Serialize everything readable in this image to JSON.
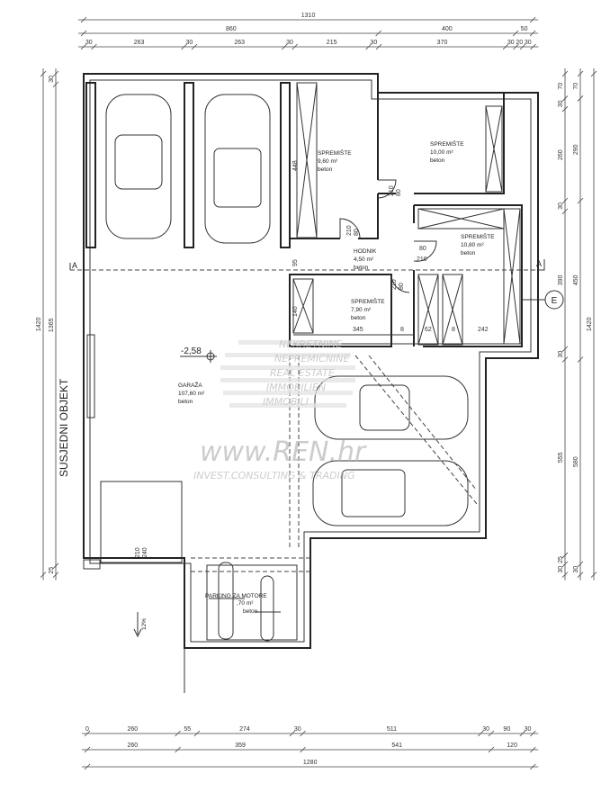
{
  "side_label": "SUSJEDNI OBJEKT",
  "dims": {
    "top": [
      [
        "1310"
      ],
      [
        "860",
        "400",
        "50"
      ],
      [
        "30",
        "263",
        "30",
        "263",
        "30",
        "215",
        "30",
        "370",
        "30",
        "20",
        "30"
      ]
    ],
    "top_values": [
      [
        1310
      ],
      [
        860,
        400,
        50
      ],
      [
        30,
        263,
        30,
        263,
        30,
        215,
        30,
        370,
        30,
        20,
        30
      ]
    ],
    "bottom_zero": "0",
    "bottom": [
      [
        "260",
        "55",
        "274",
        "30",
        "511",
        "30",
        "90",
        "30"
      ],
      [
        "260",
        "359",
        "541",
        "120"
      ],
      [
        "1280"
      ]
    ],
    "bottom_values": [
      [
        260,
        55,
        274,
        30,
        511,
        30,
        90,
        30
      ],
      [
        260,
        359,
        541,
        120
      ],
      [
        1280
      ]
    ],
    "right": [
      [
        "70",
        "30",
        "260",
        "30",
        "390",
        "30",
        "555",
        "25",
        "30"
      ],
      [
        "70",
        "290",
        "450",
        "580",
        "30"
      ],
      [
        "1420"
      ]
    ],
    "right_values": [
      [
        70,
        30,
        260,
        30,
        390,
        30,
        555,
        25,
        30
      ],
      [
        70,
        290,
        450,
        580,
        30
      ],
      [
        1420
      ]
    ],
    "left": [
      [
        "1420"
      ],
      [
        "30",
        "1365",
        "25"
      ]
    ],
    "left_values": [
      [
        1420
      ],
      [
        30,
        1365,
        25
      ]
    ]
  },
  "rooms": {
    "spremiste1": {
      "name": "SPREMIŠTE",
      "area": "9,60 m²",
      "floor": "beton"
    },
    "spremiste2": {
      "name": "SPREMIŠTE",
      "area": "10,00 m²",
      "floor": "beton"
    },
    "spremiste3": {
      "name": "SPREMIŠTE",
      "area": "10,80 m²",
      "floor": "beton"
    },
    "spremiste4": {
      "name": "SPREMIŠTE",
      "area": "7,90 m²",
      "floor": "beton"
    },
    "hodnik": {
      "name": "HODNIK",
      "area": "4,50 m²",
      "floor": "beton"
    },
    "garaza": {
      "name": "GARAŽA",
      "area": "107,60 m²",
      "floor": "beton"
    },
    "parking": {
      "name": "PARKING ZA MOTORE",
      "area": ",70 m²",
      "floor": "beton"
    }
  },
  "doors": {
    "h": "210",
    "w": "80",
    "ramp_h": "210",
    "ramp_w": "240"
  },
  "inner_dims": {
    "d448": "448",
    "d95": "95",
    "d140": "140",
    "d345": "345",
    "d8a": "8",
    "d62": "62",
    "d8b": "8",
    "d242": "242"
  },
  "level": "-2,58",
  "slope": "12%",
  "section": "A",
  "grid_axis": "E",
  "watermark": {
    "lines": [
      "NEKRETNINE",
      "NEPREMICNINE",
      "REAL ESTATE",
      "IMMOBILIEN",
      "IMMOBILI"
    ],
    "site": "www.REN.hr",
    "tagline": "INVEST.CONSULTING & TRADING"
  }
}
